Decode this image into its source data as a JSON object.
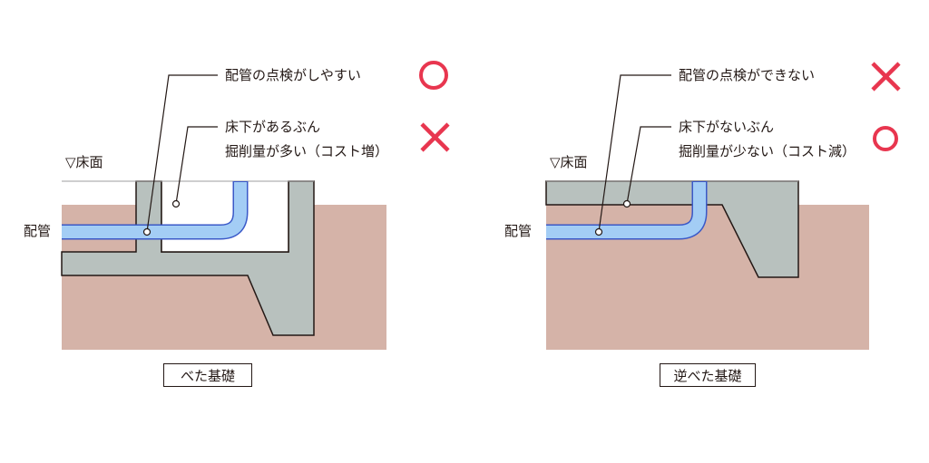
{
  "colors": {
    "soil": "#d5b3a8",
    "concrete": "#b8c1be",
    "pipe": "#a3cdf5",
    "pipe_edge": "#3a59c8",
    "good": "#e8364f",
    "bad": "#e8364f",
    "line": "#231815"
  },
  "left": {
    "caption": "べた基礎",
    "floor_label": "▽床面",
    "pipe_label": "配管",
    "callouts": [
      {
        "text": "配管の点検がしやすい",
        "mark": "○"
      },
      {
        "text": "床下があるぶん",
        "mark": "×"
      },
      {
        "text": "掘削量が多い（コスト増）"
      }
    ]
  },
  "right": {
    "caption": "逆べた基礎",
    "floor_label": "▽床面",
    "pipe_label": "配管",
    "callouts": [
      {
        "text": "配管の点検ができない",
        "mark": "×"
      },
      {
        "text": "床下がないぶん",
        "mark": "○"
      },
      {
        "text": "掘削量が少ない（コスト減）"
      }
    ]
  }
}
